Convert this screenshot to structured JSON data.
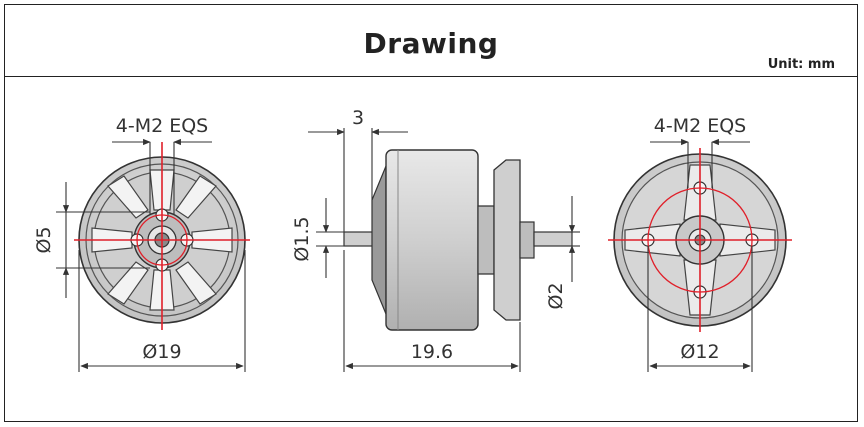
{
  "header": {
    "title": "Drawing",
    "unit": "Unit:  mm"
  },
  "front_view": {
    "holes_label": "4-M2 EQS",
    "inner_diameter_label": "Ø5",
    "outer_diameter_label": "Ø19"
  },
  "side_view": {
    "shaft_length_label": "3",
    "shaft_diameter_label": "Ø1.5",
    "length_label": "19.6",
    "rear_shaft_label": "Ø2"
  },
  "rear_view": {
    "holes_label": "4-M2 EQS",
    "pitch_circle_label": "Ø12"
  },
  "colors": {
    "line": "#333333",
    "center_line": "#e0202a",
    "motor_fill": "#d9d9d9",
    "motor_dark": "#7a7a7a"
  }
}
